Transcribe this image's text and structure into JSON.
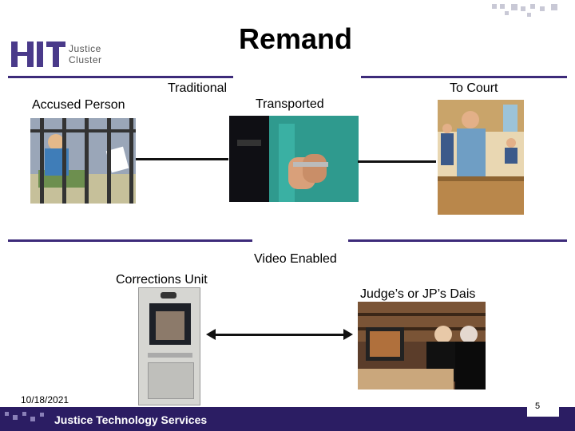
{
  "slide": {
    "title": "Remand",
    "logo": {
      "line1": "Justice",
      "line2": "Cluster"
    },
    "traditional": "Traditional",
    "accused_person": "Accused Person",
    "transported": "Transported",
    "to_court": "To Court",
    "video_enabled": "Video Enabled",
    "corrections_unit": "Corrections Unit",
    "judges_dais": "Judge’s or JP’s Dais",
    "date": "10/18/2021",
    "page_number": "5",
    "footer": "Justice Technology Services"
  },
  "colors": {
    "brand": "#2b1d63",
    "rule": "#3d2b7a"
  }
}
